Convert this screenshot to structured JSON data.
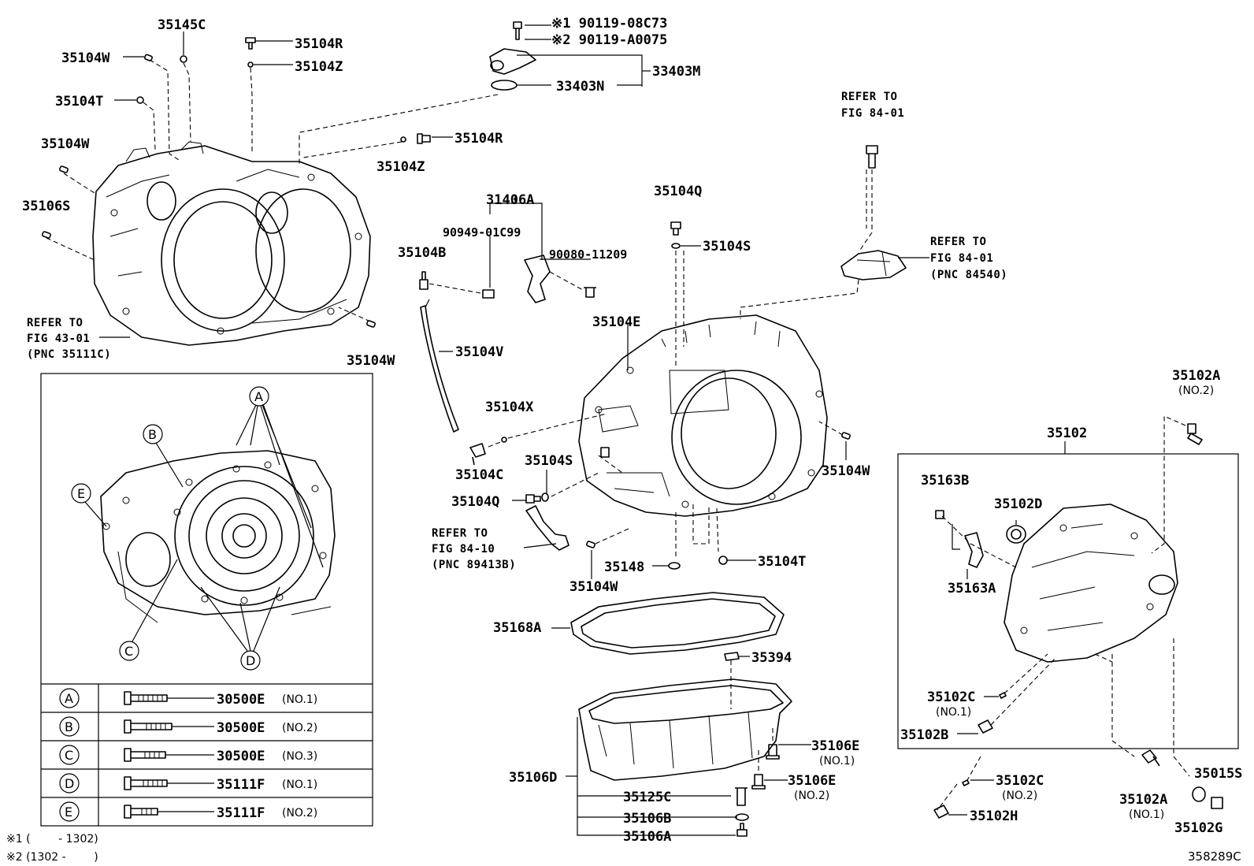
{
  "labels": {
    "p35145C": "35145C",
    "p35104R_top": "35104R",
    "p35104Z_top": "35104Z",
    "p35104W_1": "35104W",
    "p35104T_1": "35104T",
    "p35104W_2": "35104W",
    "p35106S": "35106S",
    "p35104R_mid": "35104R",
    "p35104Z_mid": "35104Z",
    "p35104W_3": "35104W",
    "p90119_1": "※1 90119-08C73",
    "p90119_2": "※2 90119-A0075",
    "p33403M": "33403M",
    "p33403N": "33403N",
    "p31406A": "31406A",
    "p90949": "90949-01C99",
    "p90080": "90080-11209",
    "p35104B": "35104B",
    "p35104Q_top": "35104Q",
    "p35104S_top": "35104S",
    "p35104E": "35104E",
    "p35104V": "35104V",
    "p35104X": "35104X",
    "p35104C": "35104C",
    "p35104S_mid": "35104S",
    "p35104Q_mid": "35104Q",
    "p35148": "35148",
    "p35104T_2": "35104T",
    "p35104W_4": "35104W",
    "p35104W_5": "35104W",
    "p35168A": "35168A",
    "p35394": "35394",
    "p35106E_1": "35106E",
    "p35106E_1n": "(NO.1)",
    "p35106E_2": "35106E",
    "p35106E_2n": "(NO.2)",
    "p35106D": "35106D",
    "p35125C": "35125C",
    "p35106B": "35106B",
    "p35106A": "35106A",
    "p35102A_top": "35102A",
    "p35102A_topn": "(NO.2)",
    "p35102": "35102",
    "p35163B": "35163B",
    "p35102D": "35102D",
    "p35163A": "35163A",
    "p35102C_1": "35102C",
    "p35102C_1n": "(NO.1)",
    "p35102B": "35102B",
    "p35102C_2": "35102C",
    "p35102C_2n": "(NO.2)",
    "p35102H": "35102H",
    "p35102A_bot": "35102A",
    "p35102A_botn": "(NO.1)",
    "p35015S": "35015S",
    "p35102G": "35102G",
    "fig_id": "358289C"
  },
  "refs": {
    "r1_l1": "REFER TO",
    "r1_l2": "FIG 84-01",
    "r2_l1": "REFER TO",
    "r2_l2": "FIG 84-01",
    "r2_l3": "(PNC 84540)",
    "r3_l1": "REFER TO",
    "r3_l2": "FIG 43-01",
    "r3_l3": "(PNC 35111C)",
    "r4_l1": "REFER TO",
    "r4_l2": "FIG 84-10",
    "r4_l3": "(PNC 89413B)"
  },
  "callouts": {
    "A": "A",
    "B": "B",
    "C": "C",
    "D": "D",
    "E": "E"
  },
  "bolt_table": [
    {
      "letter": "A",
      "part": "30500E",
      "note": "(NO.1)"
    },
    {
      "letter": "B",
      "part": "30500E",
      "note": "(NO.2)"
    },
    {
      "letter": "C",
      "part": "30500E",
      "note": "(NO.3)"
    },
    {
      "letter": "D",
      "part": "35111F",
      "note": "(NO.1)"
    },
    {
      "letter": "E",
      "part": "35111F",
      "note": "(NO.2)"
    }
  ],
  "footnotes": {
    "f1": "※1 (        - 1302)",
    "f2": "※2 (1302 -        )"
  }
}
